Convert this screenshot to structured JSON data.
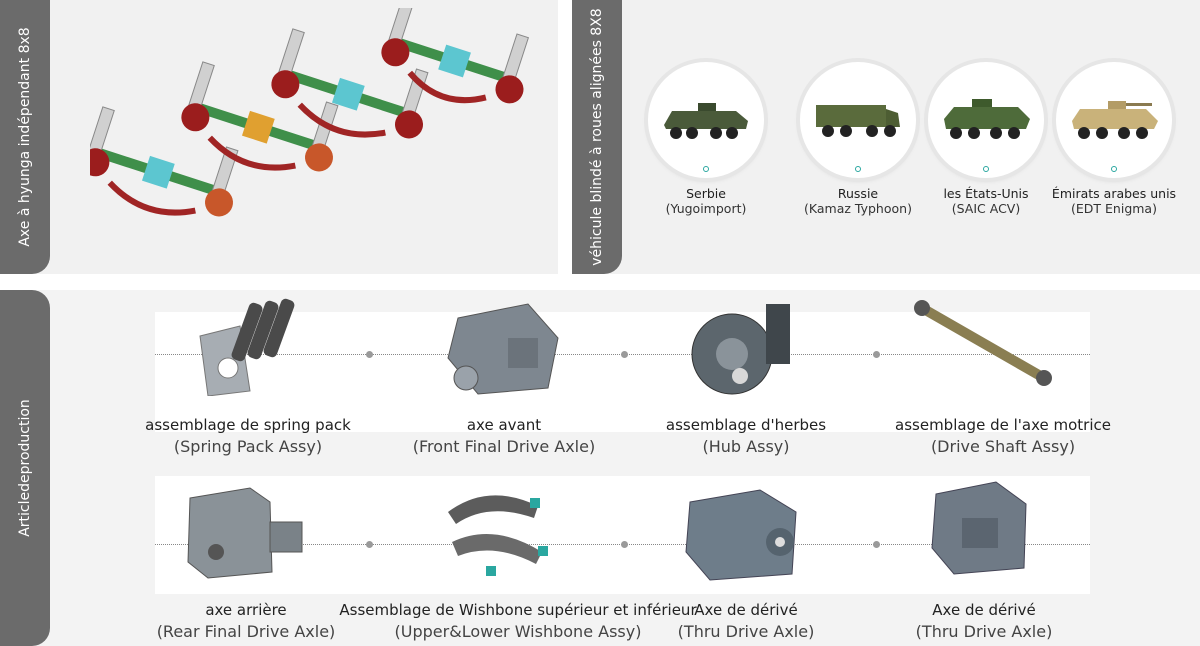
{
  "panels": {
    "axle": {
      "label": "Axe à hyunga indépendant 8x8"
    },
    "vehicles": {
      "label": "véhicule blindé à roues alignées 8X8",
      "items": [
        {
          "country": "Serbie",
          "model": "(Yugoimport)",
          "color": "#4a5a3a"
        },
        {
          "country": "Russie",
          "model": "(Kamaz Typhoon)",
          "color": "#5a6b3c"
        },
        {
          "country": "les États-Unis",
          "model": "(SAIC ACV)",
          "color": "#4e6b3a"
        },
        {
          "country": "Émirats arabes unis",
          "model": "(EDT Enigma)",
          "color": "#c9b27a"
        }
      ]
    },
    "products": {
      "label": "Articledeproduction",
      "items": [
        {
          "fr": "assemblage de spring pack",
          "en": "(Spring Pack Assy)"
        },
        {
          "fr": "axe avant",
          "en": "(Front Final Drive Axle)"
        },
        {
          "fr": "assemblage d'herbes",
          "en": "(Hub Assy)"
        },
        {
          "fr": "assemblage de l'axe motrice",
          "en": "(Drive Shaft Assy)"
        },
        {
          "fr": "axe arrière",
          "en": "(Rear Final Drive Axle)"
        },
        {
          "fr": "Assemblage de Wishbone supérieur et inférieur",
          "en": "(Upper&Lower Wishbone Assy)"
        },
        {
          "fr": "Axe de dérivé",
          "en": "(Thru Drive Axle)"
        },
        {
          "fr": "Axe de dérivé",
          "en": "(Thru Drive Axle)"
        }
      ]
    }
  }
}
